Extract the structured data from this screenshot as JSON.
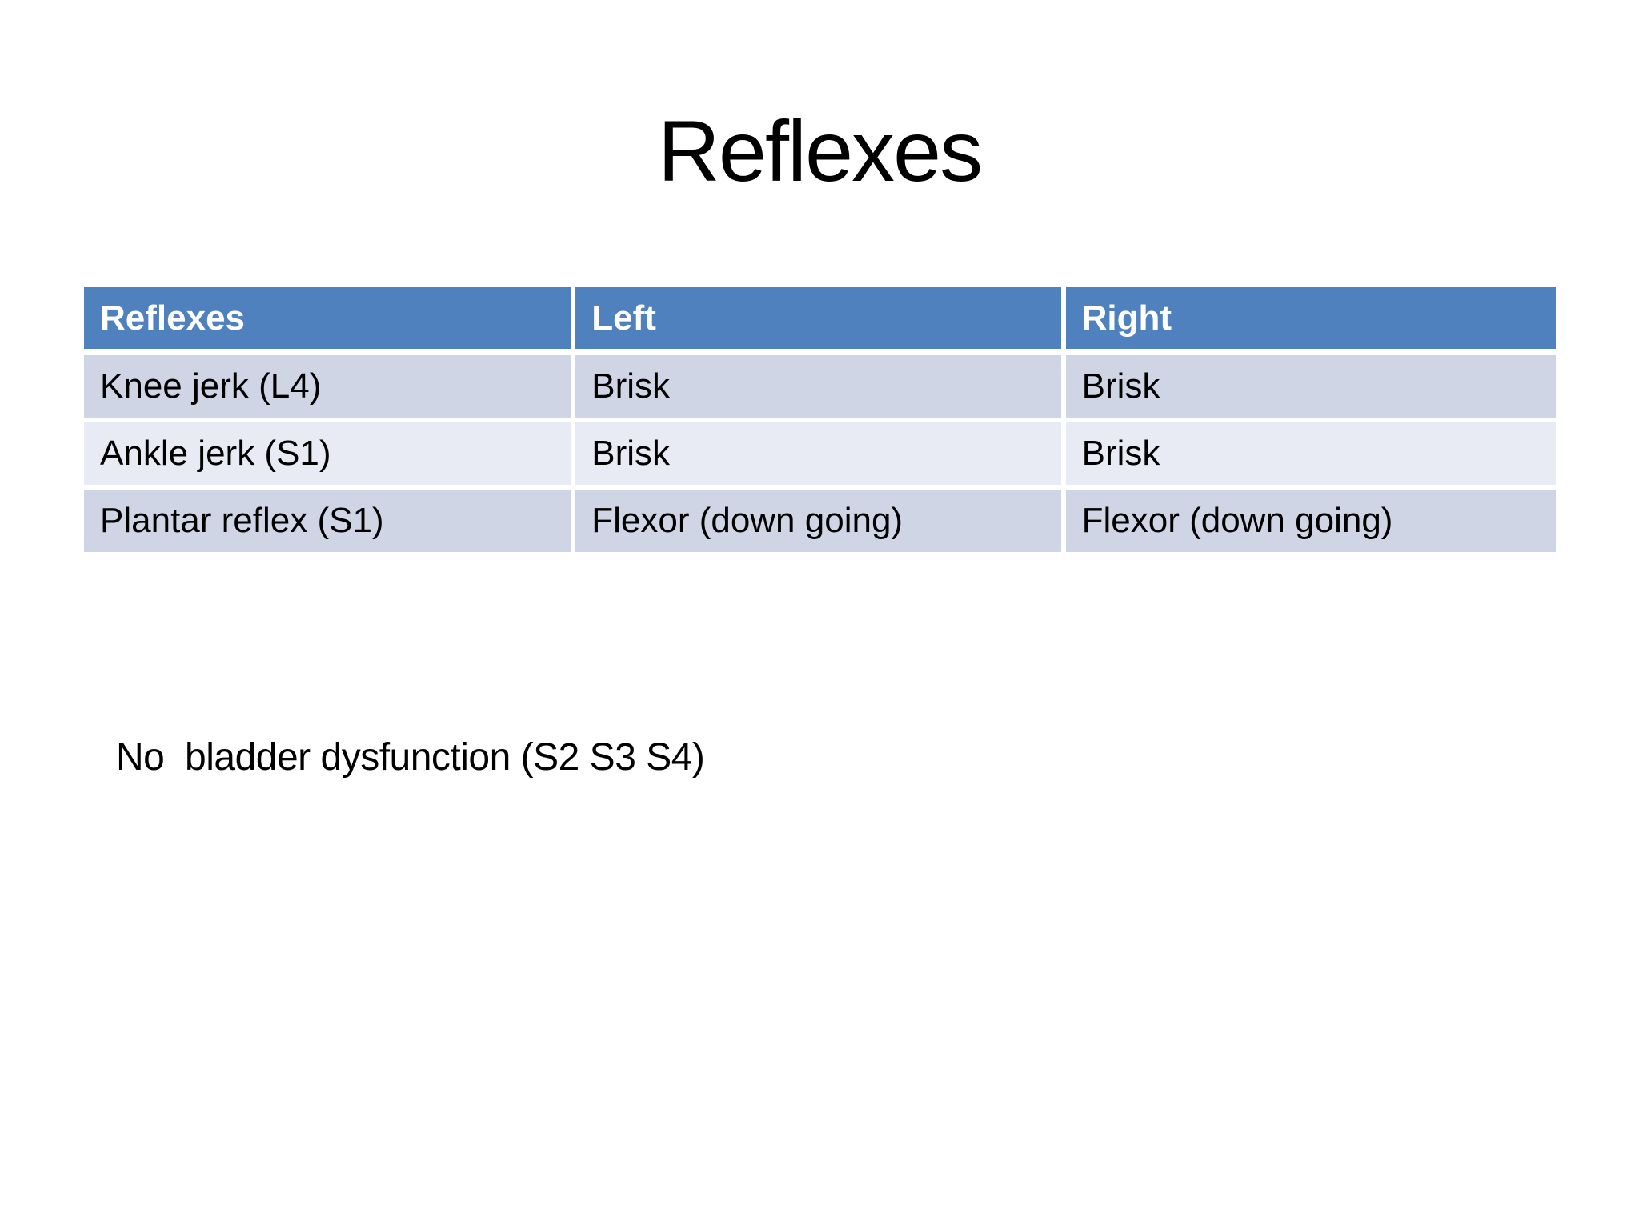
{
  "slide": {
    "title": "Reflexes",
    "note": "No  bladder dysfunction (S2 S3 S4)"
  },
  "table": {
    "headers": [
      "Reflexes",
      "Left",
      "Right"
    ],
    "rows": [
      [
        "Knee jerk (L4)",
        "Brisk",
        "Brisk"
      ],
      [
        "Ankle jerk (S1)",
        "Brisk",
        "Brisk"
      ],
      [
        "Plantar reflex (S1)",
        "Flexor (down going)",
        "Flexor (down going)"
      ]
    ]
  },
  "colors": {
    "slide_bg": "#ffffff",
    "header_bg": "#4e81bd",
    "header_text": "#ffffff",
    "row_odd_bg": "#cfd5e5",
    "row_even_bg": "#e9ebf4",
    "body_text": "#000000"
  }
}
